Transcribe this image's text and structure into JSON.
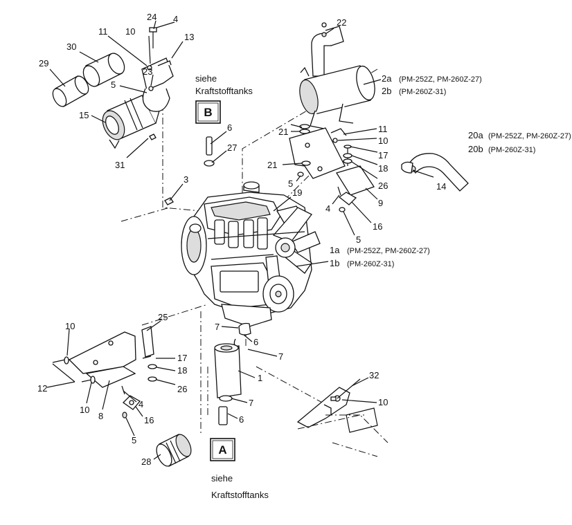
{
  "diagram": {
    "callouts": {
      "n1a": "1a",
      "n1b": "1b",
      "n1": "1",
      "n2a": "2a",
      "n2b": "2b",
      "n3": "3",
      "n4_top": "4",
      "n4_right": "4",
      "n4_bottom": "4",
      "n5_topleft": "5",
      "n5_midright": "5",
      "n5_lowright": "5",
      "n5_bottom": "5",
      "n6_top": "6",
      "n6_mid": "6",
      "n6_bottom": "6",
      "n7_a": "7",
      "n7_b": "7",
      "n7_c": "7",
      "n8": "8",
      "n9": "9",
      "n10_top": "10",
      "n10_right": "10",
      "n10_left": "10",
      "n10_left2": "10",
      "n10_bottom": "10",
      "n11_top": "11",
      "n11_right": "11",
      "n12": "12",
      "n13": "13",
      "n14": "14",
      "n15": "15",
      "n16_right": "16",
      "n16_bottom": "16",
      "n17_right": "17",
      "n17_bottom": "17",
      "n18_right": "18",
      "n18_bottom": "18",
      "n19": "19",
      "n20a": "20a",
      "n20b": "20b",
      "n21_a": "21",
      "n21_b": "21",
      "n22": "22",
      "n23": "23",
      "n24": "24",
      "n25": "25",
      "n26_right": "26",
      "n26_bottom": "26",
      "n27": "27",
      "n28": "28",
      "n29": "29",
      "n30": "30",
      "n31": "31",
      "n32": "32"
    },
    "annotations": {
      "a2a": "(PM-252Z, PM-260Z-27)",
      "a2b": "(PM-260Z-31)",
      "a20a": "(PM-252Z, PM-260Z-27)",
      "a20b": "(PM-260Z-31)",
      "a1a": "(PM-252Z, PM-260Z-27)",
      "a1b": "(PM-260Z-31)"
    },
    "refs": {
      "box_b": "B",
      "box_a": "A",
      "see_b_line1": "siehe",
      "see_b_line2": "Kraftstofftanks",
      "see_a_line1": "siehe",
      "see_a_line2": "Kraftstofftanks"
    }
  }
}
